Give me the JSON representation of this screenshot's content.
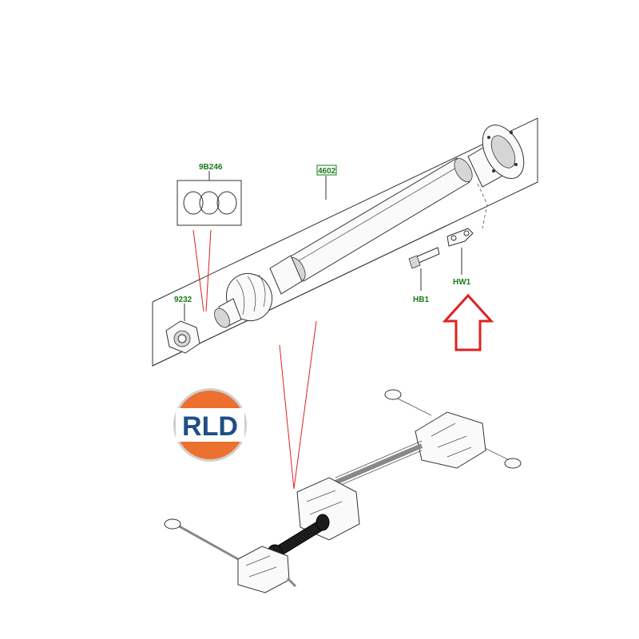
{
  "callouts": {
    "rings": "9B246",
    "shaft": "4602",
    "nut": "9232",
    "bolt": "HB1",
    "washer": "HW1"
  },
  "logo": {
    "text": "RLD",
    "colors": {
      "orange": "#ec7030",
      "blue": "#1e4f86",
      "grey": "#cfcfcf"
    }
  },
  "colors": {
    "callout": "#1a7a1a",
    "arrow": "#e02020",
    "guide_lines": "#e02020"
  }
}
